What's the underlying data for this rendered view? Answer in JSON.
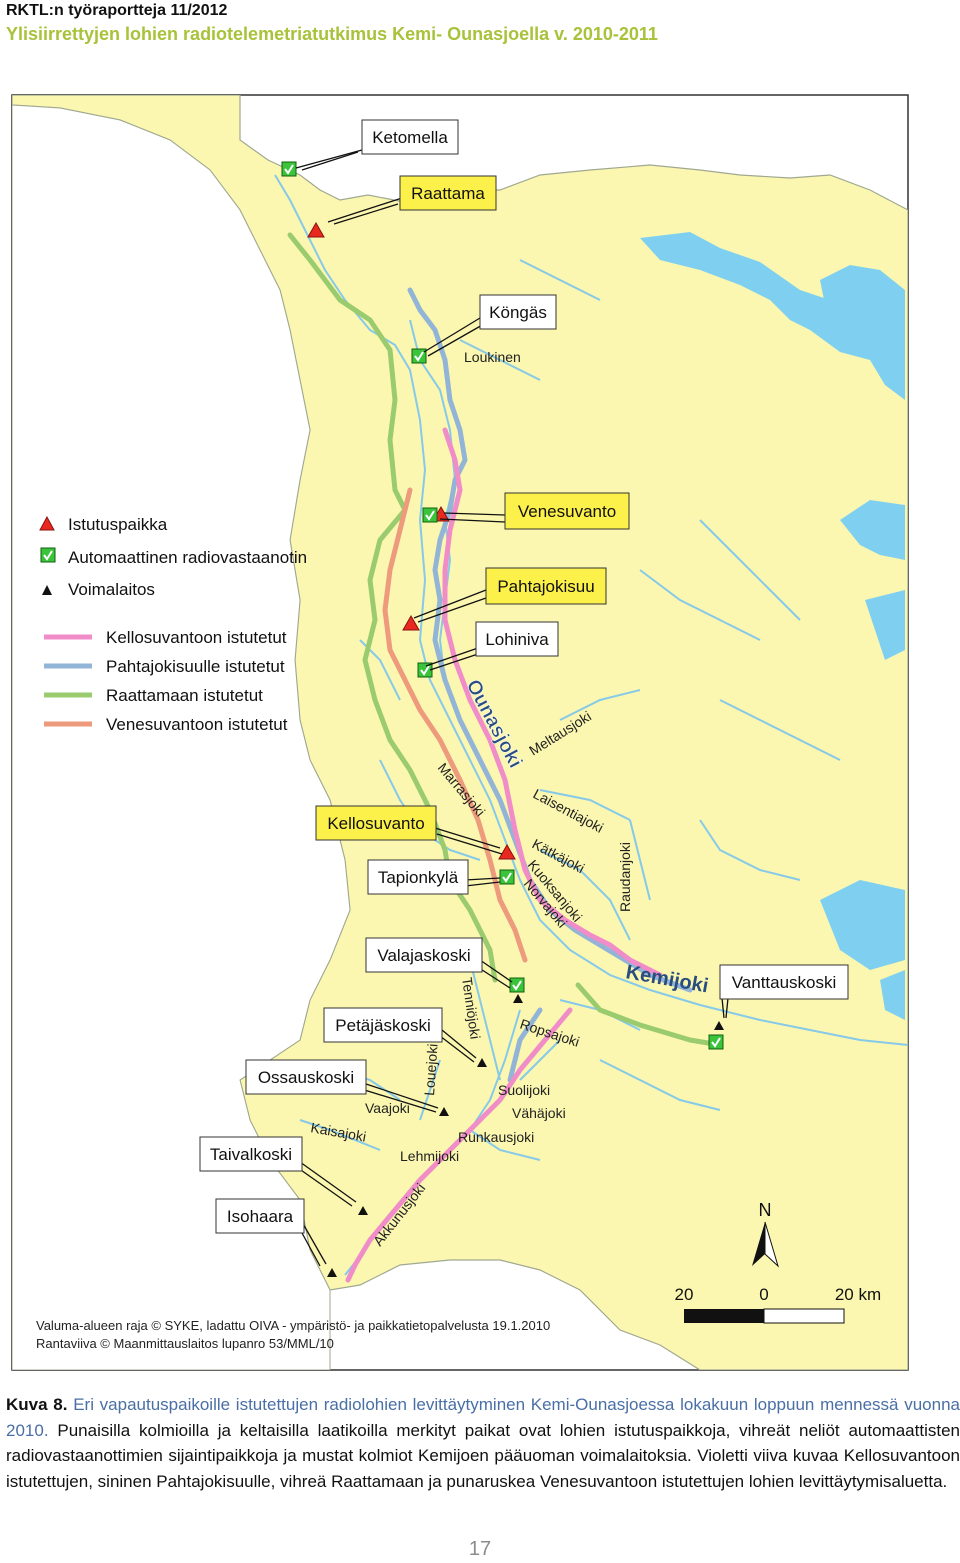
{
  "header": {
    "series": "RKTL:n työraportteja 11/2012",
    "title": "Ylisiirrettyjen lohien radiotelemetriatutkimus Kemi- Ounasjoella v. 2010-2011"
  },
  "colors": {
    "land": "#fbf7b0",
    "water": "#82c8ea",
    "lake": "#7fd0f0",
    "border": "#9aa590",
    "pink": "#f08cc8",
    "blue": "#92b4d6",
    "green": "#9acb6e",
    "salmon": "#ee9a7d",
    "label_yellow": "#fcf04a",
    "caption_blue": "#4a6fa5"
  },
  "legend": {
    "items": [
      {
        "icon": "red-triangle-icon",
        "label": "Istutuspaikka"
      },
      {
        "icon": "green-checkbox-icon",
        "label": "Automaattinen radiovastaanotin"
      },
      {
        "icon": "black-triangle-icon",
        "label": "Voimalaitos"
      }
    ],
    "lines": [
      {
        "color": "pink",
        "label": "Kellosuvantoon istutetut"
      },
      {
        "color": "blue",
        "label": "Pahtajokisuulle istutetut"
      },
      {
        "color": "green",
        "label": "Raattamaan istutetut"
      },
      {
        "color": "salmon",
        "label": "Venesuvantoon istutetut"
      }
    ]
  },
  "stations": {
    "ketomella": "Ketomella",
    "raattama": "Raattama",
    "kongas": "Köngäs",
    "venesuvanto": "Venesuvanto",
    "pahtajokisuu": "Pahtajokisuu",
    "lohiniva": "Lohiniva",
    "kellosuvanto": "Kellosuvanto",
    "tapionkyla": "Tapionkylä",
    "valajaskoski": "Valajaskoski",
    "petajaskoski": "Petäjäskoski",
    "ossauskoski": "Ossauskoski",
    "taivalkoski": "Taivalkoski",
    "isohaara": "Isohaara",
    "vanttauskoski": "Vanttauskoski"
  },
  "rivers": {
    "loukinen": "Loukinen",
    "ounasjoki": "Ounasjoki",
    "meltausjoki": "Meltausjoki",
    "marrasjoki": "Marrasjoki",
    "laisentiajoki": "Laisentiajoki",
    "katkajoki": "Kätkäjoki",
    "kuoksanjoki": "Kuoksanjoki",
    "norvajoki": "Norvajoki",
    "raudanjoki": "Raudanjoki",
    "kemijoki": "Kemijoki",
    "tenniojoki": "Tenniöjoki",
    "ropsajoki": "Ropsajoki",
    "louejoki": "Louejoki",
    "suolijoki": "Suolijoki",
    "vahajoki": "Vähäjoki",
    "vaajoki": "Vaajoki",
    "kaisajoki": "Kaisajoki",
    "runkausjoki": "Runkausjoki",
    "lehmijoki": "Lehmijoki",
    "akkunusjoki": "Akkunusjoki"
  },
  "scale": {
    "north": "N",
    "left": "20",
    "zero": "0",
    "right": "20 km"
  },
  "credits": {
    "line1": "Valuma-alueen raja © SYKE, ladattu OIVA - ympäristö- ja paikkatietopalvelusta 19.1.2010",
    "line2": "Rantaviiva © Maanmittauslaitos lupanro 53/MML/10"
  },
  "caption": {
    "label": "Kuva 8.",
    "part1": "Eri vapautuspaikoille istutettujen radiolohien levittäytyminen Kemi-Ounasjoessa lokakuun loppuun mennessä vuonna 2010.",
    "part2": "Punaisilla kolmioilla ja keltaisilla laatikoilla merkityt paikat ovat lohien istutuspaikkoja, vihreät neliöt automaattisten radiovastaanottimien sijaintipaikkoja ja mustat kolmiot Kemijoen pääuoman voimalaitoksia. Violetti viiva kuvaa Kellosuvantoon istutettujen, sininen Pahtajokisuulle, vihreä Raattamaan ja punaruskea Venesuvantoon istutettujen lohien levittäytymisaluetta."
  },
  "page_number": "17"
}
